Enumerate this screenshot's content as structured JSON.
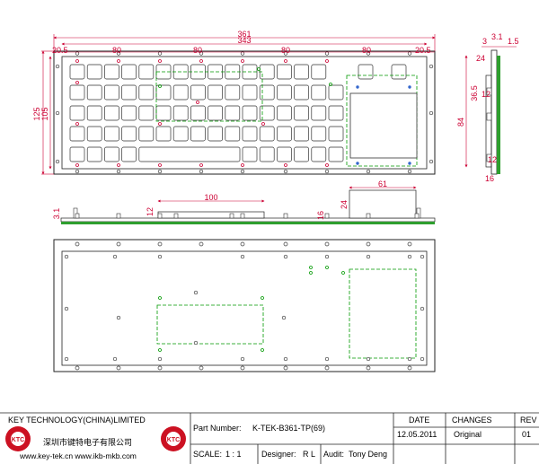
{
  "dimensions": {
    "overall_width": "361",
    "inner_width": "343",
    "edge_left": "20.5",
    "edge_right": "20.5",
    "pitch_1": "80",
    "pitch_2": "80",
    "pitch_3": "80",
    "pitch_4": "80",
    "overall_height": "125",
    "inner_height": "105",
    "side_top_3": "3",
    "side_top_3_1": "3.1",
    "side_top_1_5": "1.5",
    "side_24": "24",
    "side_36_5": "36.5",
    "side_12a": "12",
    "side_84": "84",
    "side_12b": "12",
    "side_16": "16",
    "front_3_1": "3.1",
    "front_12": "12",
    "front_100": "100",
    "front_16": "16",
    "front_24": "24",
    "front_61": "61"
  },
  "title_block": {
    "company_en": "KEY TECHNOLOGY(CHINA)LIMITED",
    "company_cn": "深圳市键特电子有限公司",
    "websites": "www.key-tek.cn    www.ikb-mkb.com",
    "part_number_label": "Part Number:",
    "part_number": "K-TEK-B361-TP(69)",
    "scale_label": "SCALE:",
    "scale": "1 : 1",
    "designer_label": "Designer:",
    "designer": "R L",
    "audit_label": "Audit:",
    "audit": "Tony Deng",
    "date_header": "DATE",
    "changes_header": "CHANGES",
    "rev_header": "REV",
    "date": "12.05.2011",
    "change": "Original",
    "rev": "01"
  },
  "colors": {
    "dimension": "#cc0033",
    "outline": "#222222",
    "hidden_green": "#009900",
    "pcb_green": "#2e9e2e",
    "hole_blue": "#3366cc"
  }
}
